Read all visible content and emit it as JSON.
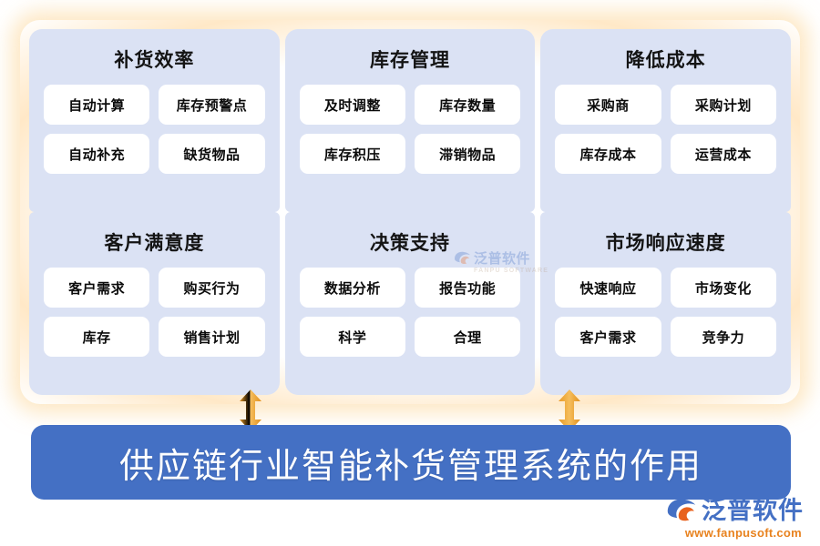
{
  "columns": [
    {
      "panels": [
        {
          "title": "补货效率",
          "chips": [
            "自动计算",
            "库存预警点",
            "自动补充",
            "缺货物品"
          ]
        },
        {
          "title": "客户满意度",
          "chips": [
            "客户需求",
            "购买行为",
            "库存",
            "销售计划"
          ]
        }
      ]
    },
    {
      "panels": [
        {
          "title": "库存管理",
          "chips": [
            "及时调整",
            "库存数量",
            "库存积压",
            "滞销物品"
          ]
        },
        {
          "title": "决策支持",
          "chips": [
            "数据分析",
            "报告功能",
            "科学",
            "合理"
          ]
        }
      ]
    },
    {
      "panels": [
        {
          "title": "降低成本",
          "chips": [
            "采购商",
            "采购计划",
            "库存成本",
            "运营成本"
          ]
        },
        {
          "title": "市场响应速度",
          "chips": [
            "快速响应",
            "市场变化",
            "客户需求",
            "竞争力"
          ]
        }
      ]
    }
  ],
  "banner": {
    "text": "供应链行业智能补货管理系统的作用",
    "color": "#4470c4"
  },
  "arrows": {
    "icon": "double-headed-vertical-arrow",
    "color": "#e8a33d",
    "count": 2
  },
  "logo": {
    "name": "泛普软件",
    "url": "www.fanpusoft.com",
    "name_color": "#4470c4",
    "url_color": "#e8821e"
  },
  "watermark": {
    "name": "泛普软件",
    "sub": "FANPU SOFTWARE"
  },
  "theme": {
    "panel_bg": "#dbe2f4",
    "chip_bg": "#ffffff",
    "glow": "#ffe7c4",
    "page_bg": "#ffffff",
    "title_color": "#141414"
  }
}
